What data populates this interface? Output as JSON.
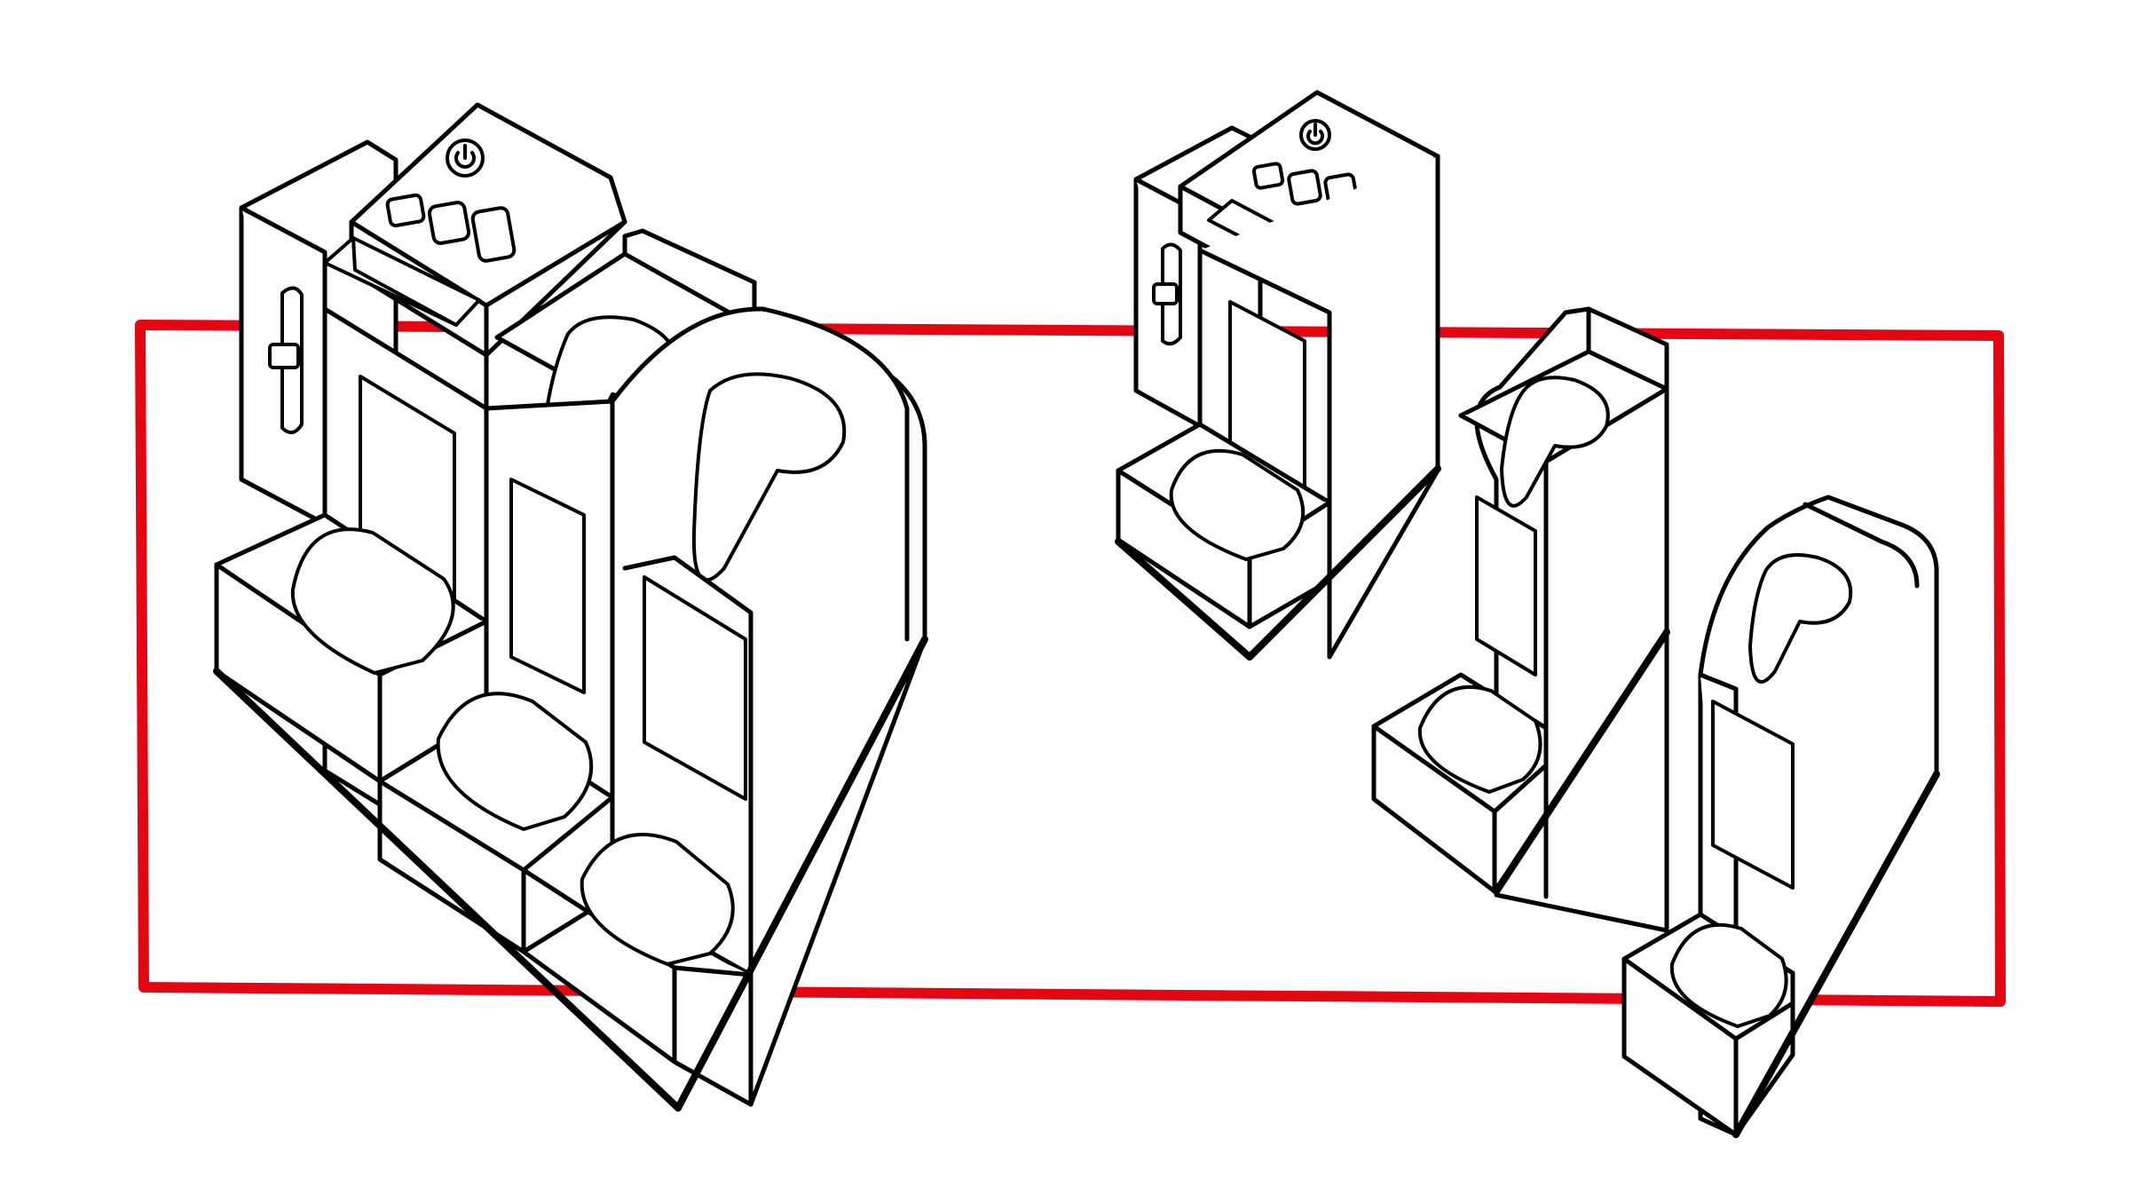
{
  "colors": {
    "frame": "#e30613",
    "ink": "#000000",
    "fill": "#ffffff",
    "background": "#ffffff"
  },
  "illustration": {
    "assembled_unit": {
      "modules": [
        "main-unit-with-control-panel",
        "cup-station",
        "cup-station-curved"
      ],
      "control_panel_icons": [
        "power-icon",
        "button",
        "button",
        "button"
      ]
    },
    "separate_modules": [
      {
        "name": "main-unit-with-control-panel"
      },
      {
        "name": "cup-station"
      },
      {
        "name": "cup-station-curved"
      }
    ]
  }
}
